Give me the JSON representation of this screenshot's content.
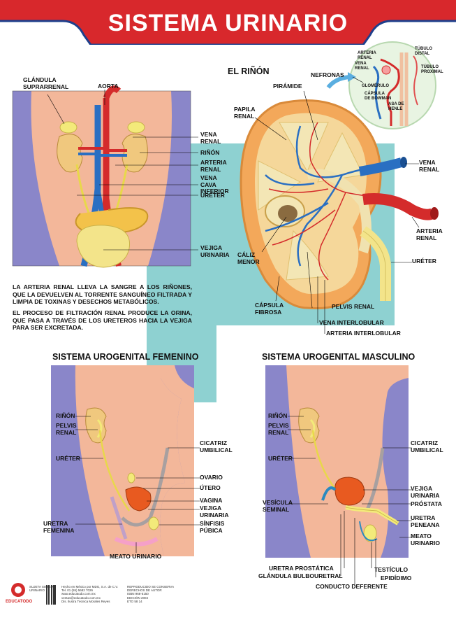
{
  "title": "SISTEMA URINARIO",
  "colors": {
    "banner_red": "#d8282c",
    "skin": "#f3b79a",
    "purple": "#8a86c9",
    "teal": "#8ed1d1",
    "artery": "#d42b2b",
    "vein": "#2a6fc2",
    "kidney": "#f0c87e",
    "yellow": "#f3ea7a"
  },
  "urinary": {
    "labels": {
      "glandula": "GLÁNDULA\nSUPRARRENAL",
      "aorta": "AORTA",
      "vena_renal": "VENA\nRENAL",
      "rinon": "RIÑÓN",
      "arteria_renal": "ARTERIA\nRENAL",
      "vena_cava": "VENA\nCAVA\nINFERIOR",
      "ureter": "URÉTER",
      "vejiga": "VEJIGA\nURINARIA"
    },
    "paragraph1": "LA ARTERIA RENAL LLEVA LA SANGRE A LOS RIÑONES, QUE LA DEVUELVEN AL TORRENTE SANGUÍNEO FILTRADA Y LIMPIA DE TOXINAS Y DESECHOS METABÓLICOS.",
    "paragraph2": "EL PROCESO DE FILTRACIÓN RENAL PRODUCE LA ORINA, QUE PASA A TRAVÉS DE LOS URETEROS HACIA LA VEJIGA PARA SER EXCRETADA."
  },
  "kidney": {
    "title": "EL RIÑÓN",
    "labels": {
      "nefronas": "NEFRONAS",
      "piramide": "PIRÁMIDE",
      "papila": "PAPILA\nRENAL",
      "vena_renal": "VENA\nRENAL",
      "arteria_renal": "ARTERIA\nRENAL",
      "ureter": "URÉTER",
      "caliz": "CÁLIZ\nMENOR",
      "capsula": "CÁPSULA\nFIBROSA",
      "pelvis": "PELVIS RENAL",
      "vena_interlobular": "VENA INTERLOBULAR",
      "arteria_interlobular": "ARTERIA INTERLOBULAR"
    },
    "nephron": {
      "arteria": "ARTERIA\nRENAL",
      "vena": "VENA\nRENAL",
      "glomerulo": "GLOMÉRULO",
      "capsula": "CÁPSULA\nDE BOWMAN",
      "tubulo_distal": "TÚBULO\nDISTAL",
      "tubulo_proximal": "TÚBULO\nPROXIMAL",
      "asa": "ASA DE\nHENLE"
    }
  },
  "female": {
    "title": "SISTEMA UROGENITAL FEMENINO",
    "labels": {
      "rinon": "RIÑÓN",
      "pelvis": "PELVIS\nRENAL",
      "ureter": "URÉTER",
      "cicatriz": "CICATRIZ\nUMBILICAL",
      "ovario": "OVARIO",
      "utero": "ÚTERO",
      "vagina": "VAGINA",
      "vejiga": "VEJIGA\nURINARIA",
      "uretra": "URETRA\nFEMENINA",
      "sinfisis": "SÍNFISIS\nPÚBICA",
      "meato": "MEATO URINARIO"
    }
  },
  "male": {
    "title": "SISTEMA UROGENITAL MASCULINO",
    "labels": {
      "rinon": "RIÑÓN",
      "pelvis": "PELVIS\nRENAL",
      "ureter": "URÉTER",
      "cicatriz": "CICATRIZ\nUMBILICAL",
      "vejiga": "VEJIGA\nURINARIA",
      "prostata": "PRÓSTATA",
      "vesicula": "VESÍCULA\nSEMINAL",
      "uretra_peneana": "URETRA\nPENEANA",
      "meato": "MEATO\nURINARIO",
      "uretra_prostatica": "URETRA PROSTÁTICA",
      "glandula_bulbo": "GLÁNDULA BULBOURETRAL",
      "testiculo": "TESTÍCULO",
      "conducto": "CONDUCTO DEFERENTE",
      "epididimo": "EPIDÍDIMO"
    }
  },
  "logo": "EDUCATODO",
  "footer": {
    "col1": "Hecho en México por MDG, S.A. de C.V.\nTel. 01 (55) 5682 7026\nwww.educatodo.com.mx\nventas@educatodo.com.mx\nDis. Ilustra Técnica Morales Reyes",
    "col2": "SUJETA SISTEMA\nURINARIO",
    "col3": "REPRODUCIDO SE CONSERVA\nDERECHOS DE AUTOR\nISBN 968-5150\nEDICIÓN 2004\nETO 58 14"
  }
}
